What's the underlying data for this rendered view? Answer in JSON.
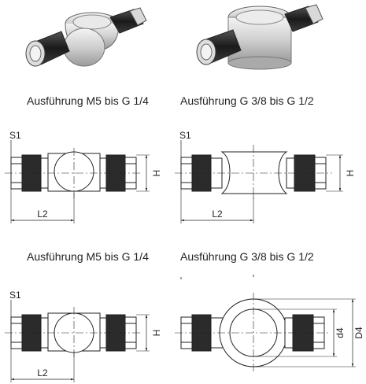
{
  "row1": {
    "left_caption": "Ausführung M5 bis G 1/4",
    "right_caption": "Ausführung G 3/8 bis G 1/2"
  },
  "row2": {
    "left": {
      "s1": "S1",
      "l2": "L2",
      "h": "H"
    },
    "right": {
      "s1": "S1",
      "l2": "L2",
      "h": "H"
    },
    "left_caption": "Ausführung M5 bis G 1/4",
    "right_caption": "Ausführung G 3/8 bis G 1/2"
  },
  "row3": {
    "left": {
      "s1": "S1",
      "l2": "L2",
      "h": "H"
    },
    "right": {
      "d4": "d4",
      "D4": "D4"
    }
  }
}
